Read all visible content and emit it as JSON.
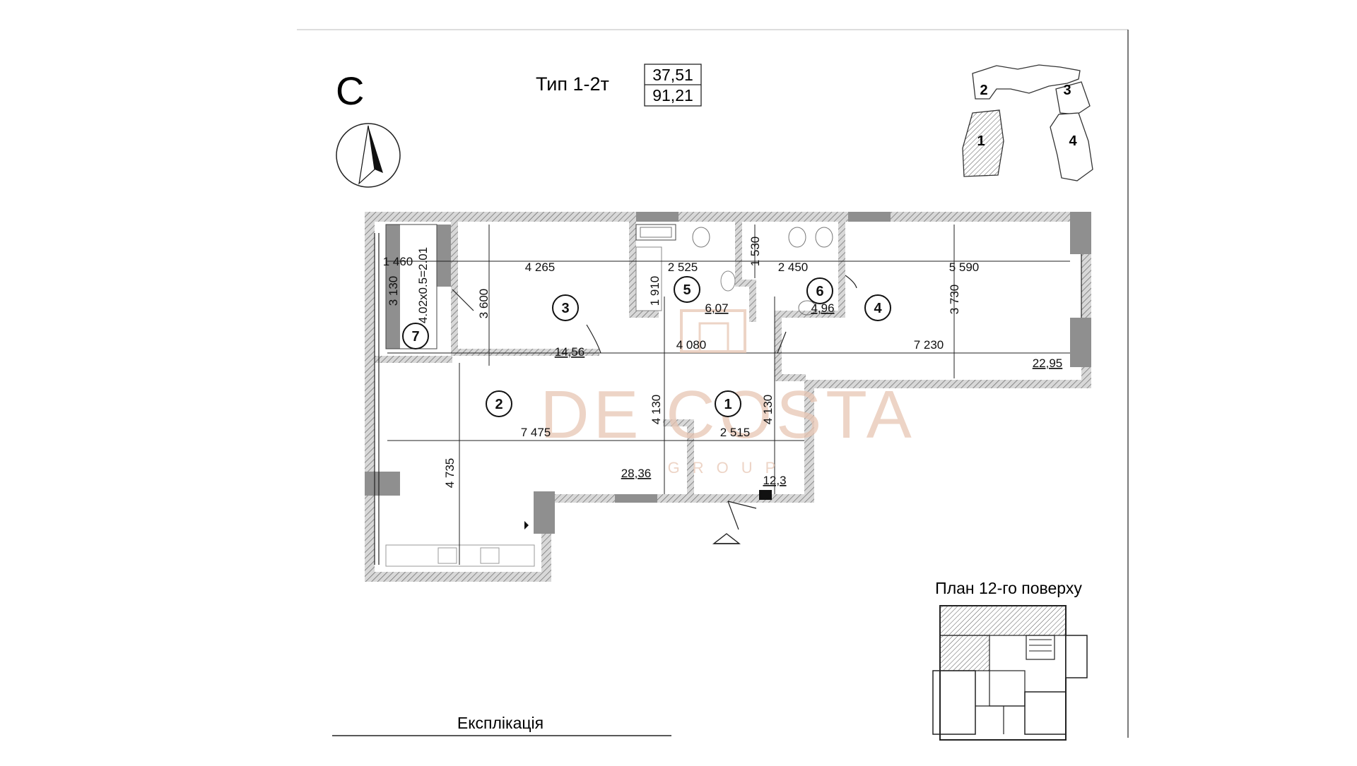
{
  "header": {
    "compass_letter": "С",
    "type_label": "Тип 1-2т",
    "living_area": "37,51",
    "total_area": "91,21"
  },
  "key_plan": {
    "sections": [
      "1",
      "2",
      "3",
      "4"
    ],
    "highlighted_section": "1"
  },
  "floor_plan": {
    "rooms": [
      {
        "number": "1",
        "area": "12,3"
      },
      {
        "number": "2",
        "area": "28,36"
      },
      {
        "number": "3",
        "area": "14,56"
      },
      {
        "number": "4",
        "area": "22,95"
      },
      {
        "number": "5",
        "area": "6,07"
      },
      {
        "number": "6",
        "area": "4,96"
      },
      {
        "number": "7",
        "area": ""
      }
    ],
    "dimensions": {
      "d1460": "1 460",
      "d3130": "3 130",
      "d402": "4.02x0.5=2.01",
      "d4265": "4 265",
      "d3600": "3 600",
      "d2525": "2 525",
      "d1910": "1 910",
      "d1530": "1 530",
      "d2450": "2 450",
      "d5590": "5 590",
      "d3730": "3 730",
      "d4080": "4 080",
      "d7230": "7 230",
      "d7475": "7 475",
      "d4130a": "4 130",
      "d4130b": "4 130",
      "d2515": "2 515",
      "d4735": "4 735"
    }
  },
  "watermark": {
    "brand": "DE COSTA",
    "sub": "GROUP"
  },
  "floor_label": "План 12-го поверху",
  "explication_label": "Експлікація",
  "colors": {
    "wall": "#8f8f8f",
    "line": "#222222",
    "watermark": "#e7c6b4"
  }
}
